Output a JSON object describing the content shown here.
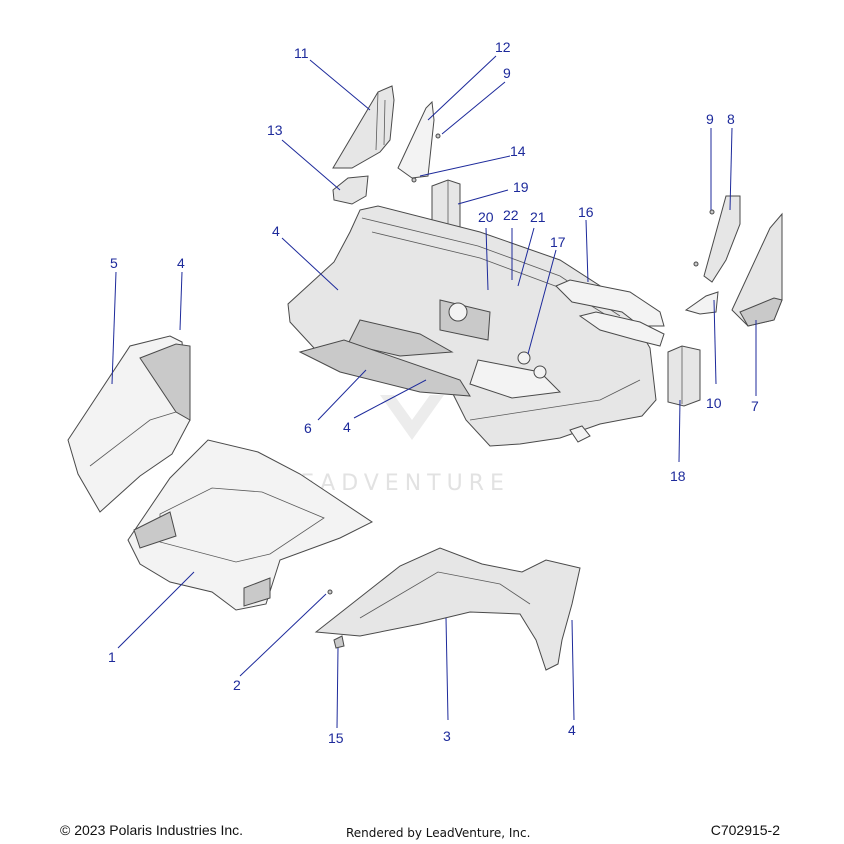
{
  "watermark": "LEADVENTURE",
  "footer": {
    "copyright": "© 2023 Polaris Industries Inc.",
    "rendered_by": "Rendered by LeadVenture, Inc.",
    "drawing_number": "C702915-2"
  },
  "callouts": [
    {
      "id": "c11",
      "text": "11"
    },
    {
      "id": "c12",
      "text": "12"
    },
    {
      "id": "c9a",
      "text": "9"
    },
    {
      "id": "c13",
      "text": "13"
    },
    {
      "id": "c14",
      "text": "14"
    },
    {
      "id": "c19",
      "text": "19"
    },
    {
      "id": "c20",
      "text": "20"
    },
    {
      "id": "c22",
      "text": "22"
    },
    {
      "id": "c21",
      "text": "21"
    },
    {
      "id": "c16",
      "text": "16"
    },
    {
      "id": "c17",
      "text": "17"
    },
    {
      "id": "c4a",
      "text": "4"
    },
    {
      "id": "c5",
      "text": "5"
    },
    {
      "id": "c4b",
      "text": "4"
    },
    {
      "id": "c9b",
      "text": "9"
    },
    {
      "id": "c8",
      "text": "8"
    },
    {
      "id": "c10",
      "text": "10"
    },
    {
      "id": "c7",
      "text": "7"
    },
    {
      "id": "c6",
      "text": "6"
    },
    {
      "id": "c4c",
      "text": "4"
    },
    {
      "id": "c18",
      "text": "18"
    },
    {
      "id": "c1",
      "text": "1"
    },
    {
      "id": "c2",
      "text": "2"
    },
    {
      "id": "c15",
      "text": "15"
    },
    {
      "id": "c3",
      "text": "3"
    },
    {
      "id": "c4d",
      "text": "4"
    }
  ]
}
